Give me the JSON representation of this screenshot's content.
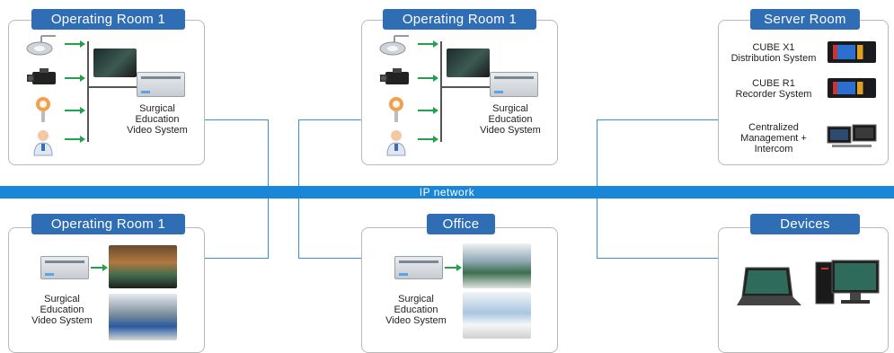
{
  "network": {
    "label": "IP network"
  },
  "rooms": {
    "or_top_left": {
      "title": "Operating Room 1",
      "system": [
        "Surgical",
        "Education",
        "Video System"
      ]
    },
    "or_top_mid": {
      "title": "Operating Room 1",
      "system": [
        "Surgical",
        "Education",
        "Video System"
      ]
    },
    "or_bottom_left": {
      "title": "Operating Room 1",
      "system": [
        "Surgical",
        "Education",
        "Video System"
      ]
    },
    "office": {
      "title": "Office",
      "system": [
        "Surgical",
        "Education",
        "Video System"
      ]
    },
    "server_room": {
      "title": "Server Room",
      "items": [
        {
          "lines": [
            "CUBE X1",
            "Distribution System"
          ]
        },
        {
          "lines": [
            "CUBE R1",
            "Recorder System"
          ]
        },
        {
          "lines": [
            "Centralized",
            "Management +",
            "Intercom"
          ]
        }
      ]
    },
    "devices": {
      "title": "Devices"
    }
  },
  "colors": {
    "accent": "#2f6db5",
    "network": "#1a86d8",
    "arrow": "#22a04b",
    "link": "#3a8fd6"
  }
}
